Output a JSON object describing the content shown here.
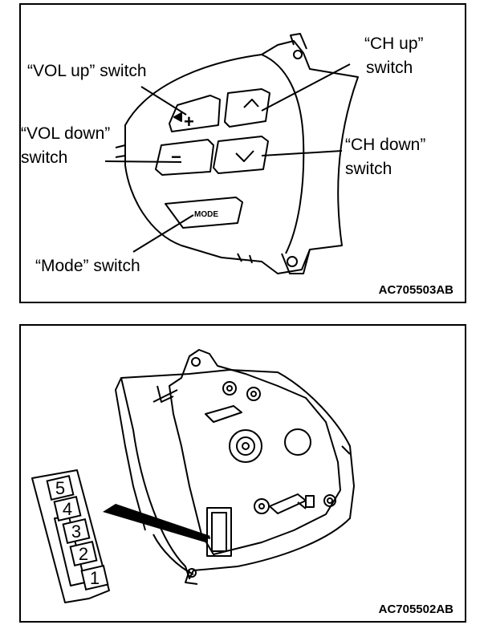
{
  "top_figure": {
    "code": "AC705503AB",
    "labels": {
      "vol_up": "“VOL up” switch",
      "vol_down_line1": "“VOL down”",
      "vol_down_line2": "switch",
      "ch_up_line1": "“CH up”",
      "ch_up_line2": "switch",
      "ch_down_line1": "“CH down”",
      "ch_down_line2": "switch",
      "mode": "“Mode” switch"
    },
    "button_text": {
      "plus": "+",
      "minus": "−",
      "mode": "MODE"
    }
  },
  "bottom_figure": {
    "code": "AC705502AB",
    "connector_pins": [
      "5",
      "4",
      "3",
      "2",
      "1"
    ]
  }
}
